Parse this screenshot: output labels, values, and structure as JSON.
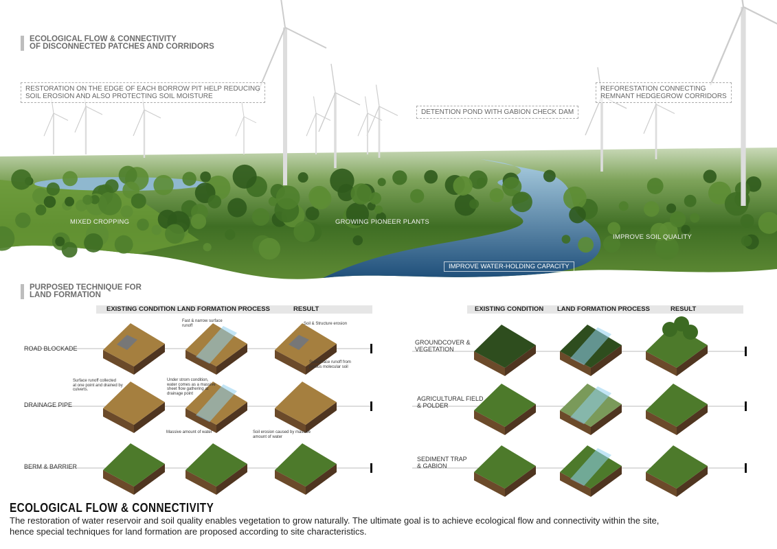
{
  "colors": {
    "grass": "#4d8a2b",
    "water": "#4f8fb8",
    "soil": "#8a6a3b",
    "road": "#777"
  },
  "header": {
    "line1": "ECOLOGICAL FLOW & CONNECTIVITY",
    "line2": "OF DISCONNECTED PATCHES AND CORRIDORS"
  },
  "callouts": {
    "borrow_pit": {
      "line1": "RESTORATION ON THE EDGE OF EACH BORROW PIT HELP REDUCING",
      "line2": "SOIL EROSION AND ALSO PROTECTING SOIL MOISTURE"
    },
    "reforestation": {
      "line1": "REFORESTATION CONNECTING",
      "line2": "REMNANT HEDGEGROW CORRIDORS"
    },
    "detention": "DETENTION POND WITH GABION CHECK DAM"
  },
  "scene_labels": {
    "mixed": "MIXED CROPPING",
    "pioneer": "GROWING PIONEER PLANTS",
    "soil": "IMPROVE SOIL QUALITY",
    "water": "IMPROVE WATER-HOLDING CAPACITY"
  },
  "technique": {
    "line1": "PURPOSED TECHNIQUE FOR",
    "line2": "LAND FORMATION"
  },
  "columns": [
    "EXISTING CONDITION",
    "LAND FORMATION PROCESS",
    "RESULT"
  ],
  "left_rows": [
    "ROAD BLOCKADE",
    "DRAINAGE PIPE",
    "BERM & BARRIER"
  ],
  "right_rows": [
    {
      "line1": "GROUNDCOVER &",
      "line2": "VEGETATION"
    },
    {
      "line1": "AGRICULTURAL FIELD",
      "line2": "& POLDER"
    },
    {
      "line1": "SEDIMENT TRAP",
      "line2": "& GABION"
    }
  ],
  "notes": {
    "fast": [
      "Fast & narrow surface",
      "runoff"
    ],
    "erosion": "Soil & Structure erosion",
    "subsurface": [
      "Subsurface runoff from",
      "porous molecular soil"
    ],
    "surface": [
      "Surface runoff collected",
      "at one point and drained by",
      "culverts."
    ],
    "storm": [
      "Under strom condition,",
      "water comes as a massive",
      "sheet flow gathering at",
      "drainage point"
    ],
    "massive": "Massive amount of water",
    "soil_erosion": [
      "Soil erosion caused by massive",
      "amount of  water"
    ]
  },
  "footer": {
    "title": "ECOLOGICAL FLOW & CONNECTIVITY",
    "line1": "The restoration of water reservoir and soil quality enables vegetation to grow naturally. The ultimate goal is to achieve ecological flow and connectivity within the site,",
    "line2": "hence special techniques for land formation are proposed according to site characteristics."
  }
}
